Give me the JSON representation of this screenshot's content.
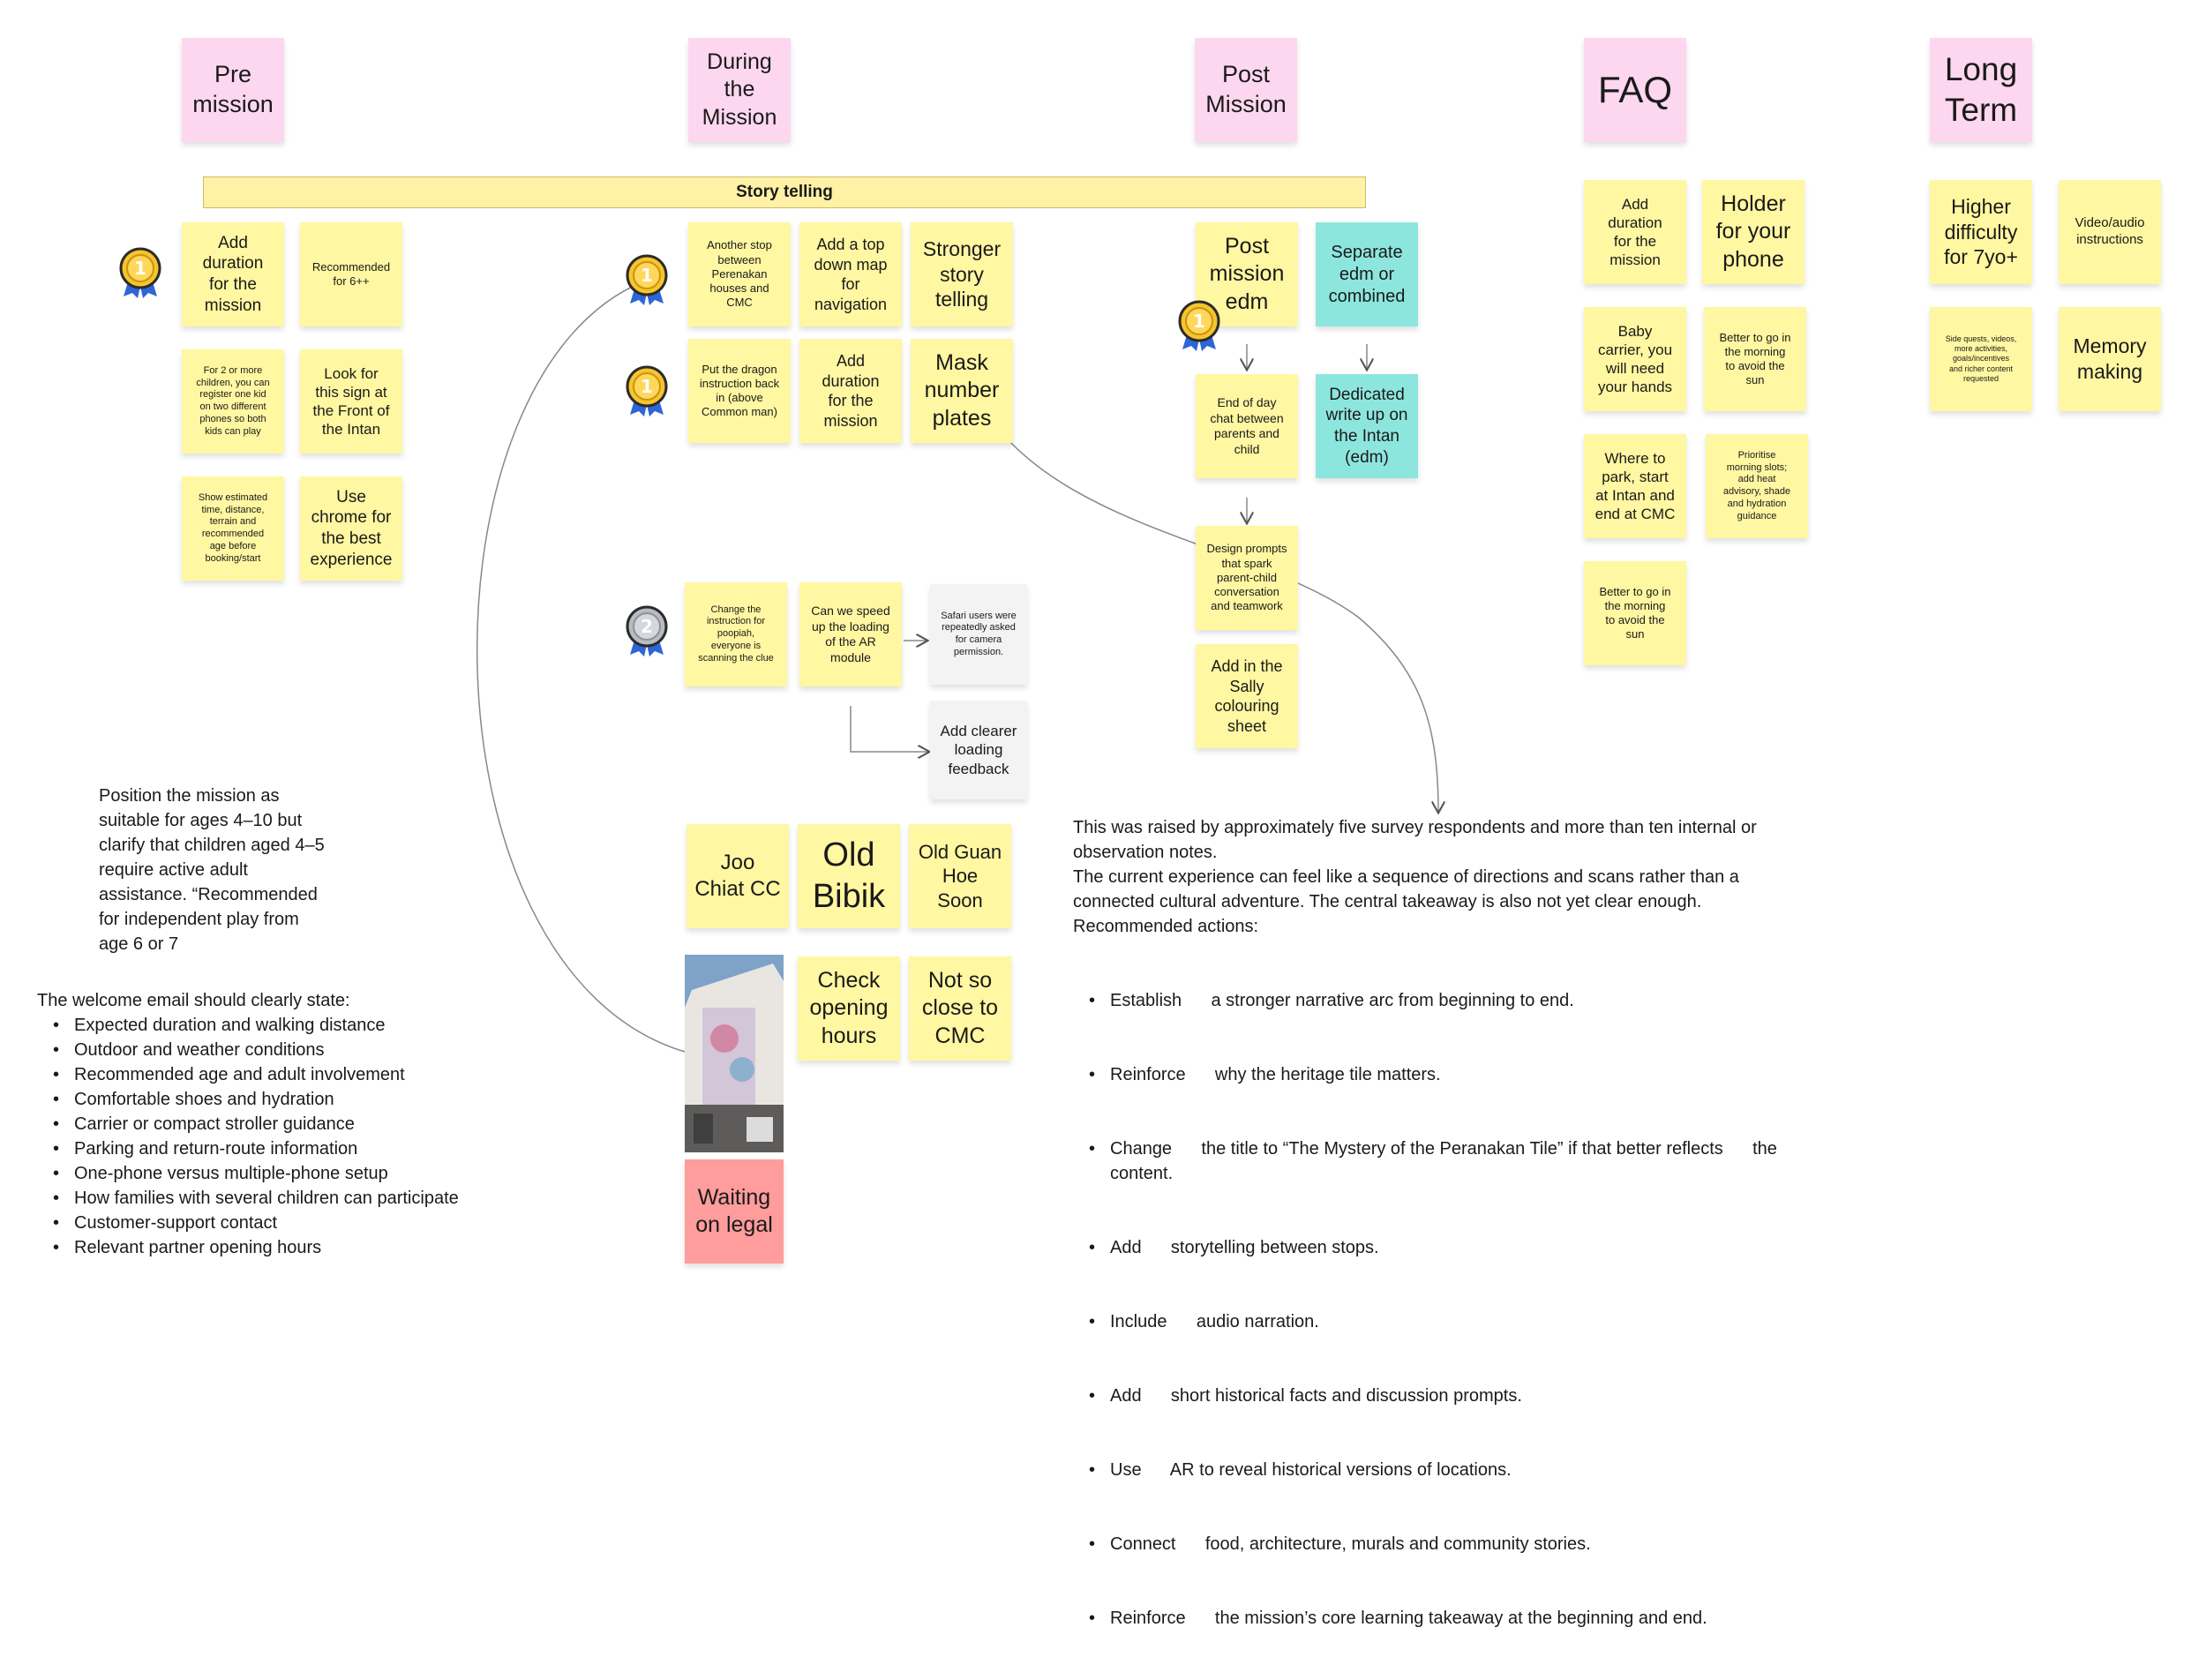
{
  "columns": {
    "pre_mission": "Pre\nmission",
    "during": "During\nthe\nMission",
    "post": "Post\nMission",
    "faq": "FAQ",
    "long_term": "Long\nTerm"
  },
  "banner": "Story telling",
  "pre_notes": {
    "add_duration": "Add\nduration\nfor the\nmission",
    "recommended_6": "Recommended\nfor 6++",
    "two_children": "For 2 or more\nchildren, you can\nregister one kid\non two different\nphones so both\nkids can play",
    "look_for_sign": "Look for\nthis sign at\nthe Front of\nthe Intan",
    "show_estimated": "Show estimated\ntime, distance,\nterrain and\nrecommended\nage before\nbooking/start",
    "use_chrome": "Use\nchrome for\nthe best\nexperience"
  },
  "during_notes": {
    "another_stop": "Another stop\nbetween\nPerenakan\nhouses and\nCMC",
    "top_down_map": "Add a top\ndown map\nfor\nnavigation",
    "stronger_story": "Stronger\nstory\ntelling",
    "dragon_instruction": "Put the dragon\ninstruction back\nin (above\nCommon man)",
    "add_duration": "Add\nduration\nfor the\nmission",
    "mask_plates": "Mask\nnumber\nplates",
    "change_instruction": "Change the\ninstruction for\npoopiah,\neveryone is\nscanning the clue",
    "speed_up_ar": "Can we speed\nup the loading\nof the AR\nmodule",
    "safari_users": "Safari users were\nrepeatedly asked\nfor camera\npermission.",
    "clearer_loading": "Add clearer\nloading\nfeedback",
    "joo_chiat": "Joo\nChiat CC",
    "old_bibik": "Old\nBibik",
    "old_guan": "Old Guan\nHoe\nSoon",
    "check_hours": "Check\nopening\nhours",
    "not_close": "Not so\nclose to\nCMC",
    "waiting_legal": "Waiting\non legal"
  },
  "post_notes": {
    "post_edm": "Post\nmission\nedm",
    "separate_edm": "Separate\nedm or\ncombined",
    "end_of_day": "End of day\nchat between\nparents and\nchild",
    "dedicated_writeup": "Dedicated\nwrite up on\nthe Intan\n(edm)",
    "design_prompts": "Design prompts\nthat spark\nparent-child\nconversation\nand teamwork",
    "sally_sheet": "Add in the\nSally\ncolouring\nsheet"
  },
  "faq_notes": {
    "add_duration": "Add\nduration\nfor the\nmission",
    "holder_phone": "Holder\nfor your\nphone",
    "baby_carrier": "Baby\ncarrier, you\nwill need\nyour hands",
    "morning_1": "Better to go in\nthe morning\nto avoid the\nsun",
    "where_park": "Where to\npark, start\nat Intan and\nend at CMC",
    "prioritise": "Prioritise\nmorning slots;\nadd heat\nadvisory, shade\nand hydration\nguidance",
    "morning_2": "Better to go in\nthe morning\nto avoid the\nsun"
  },
  "long_notes": {
    "higher_difficulty": "Higher\ndifficulty\nfor 7yo+",
    "video_audio": "Video/audio\ninstructions",
    "side_quests": "Side quests, videos,\nmore activities,\ngoals/incentives\nand richer content\nrequested",
    "memory_making": "Memory\nmaking"
  },
  "medals": [
    "1",
    "1",
    "1",
    "1",
    "2"
  ],
  "position_text": "Position the mission as\nsuitable for ages 4–10 but\nclarify that children aged 4–5\nrequire active adult\nassistance. “Recommended\nfor independent play from\nage 6 or 7",
  "welcome": {
    "intro": "The welcome email should clearly state:",
    "items": [
      "Expected duration and walking distance",
      "Outdoor and weather conditions",
      "Recommended age and adult involvement",
      "Comfortable shoes and hydration",
      "Carrier or compact stroller guidance",
      "Parking and return-route information",
      "One-phone versus multiple-phone setup",
      "How families with several children can participate",
      "Customer-support contact",
      "Relevant partner opening hours"
    ]
  },
  "survey": {
    "p1": "This was raised by approximately five survey respondents and more than ten internal or observation notes.",
    "p2": "The current experience can feel like a sequence of directions and scans rather than a connected cultural adventure. The central takeaway is also not yet clear enough.",
    "p3": "Recommended actions:",
    "items": [
      "Establish      a stronger narrative arc from beginning to end.",
      "Reinforce      why the heritage tile matters.",
      "Change      the title to “The Mystery of the Peranakan Tile” if that better reflects      the content.",
      "Add      storytelling between stops.",
      "Include      audio narration.",
      "Add      short historical facts and discussion prompts.",
      "Use      AR to reveal historical versions of locations.",
      "Connect      food, architecture, murals and community stories.",
      "Reinforce      the mission’s core learning takeaway at the beginning and end."
    ]
  },
  "colors": {
    "yellow": "#fff7a1",
    "pink": "#fdd7ef",
    "teal": "#8de6de",
    "grey": "#f3f3f3",
    "red": "#ff9c9c",
    "medal_gold": "#f6c42c",
    "medal_silver": "#b8bcc2"
  }
}
